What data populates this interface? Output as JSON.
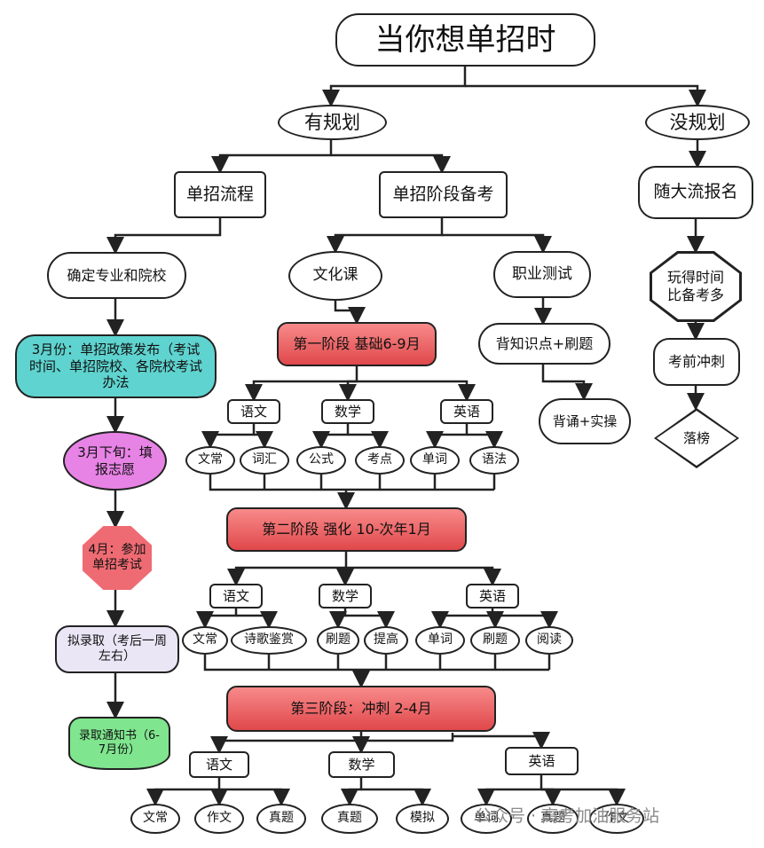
{
  "title": "当你想单招时",
  "planned": "有规划",
  "unplanned": "没规划",
  "process": {
    "head": "单招流程",
    "steps": [
      "确定专业和院校",
      "3月份：单招政策发布（考试时间、单招院校、各院校考试办法",
      "3月下旬：填报志愿",
      "4月：参加单招考试",
      "拟录取（考后一周左右）",
      "录取通知书（6-7月份）"
    ]
  },
  "prep": {
    "head": "单招阶段备考",
    "culture": "文化课",
    "vocational": "职业测试",
    "voc_steps": [
      "背知识点+刷题",
      "背诵+实操"
    ],
    "stage1": {
      "label": "第一阶段 基础6-9月",
      "subjects": [
        {
          "name": "语文",
          "items": [
            "文常",
            "词汇"
          ]
        },
        {
          "name": "数学",
          "items": [
            "公式",
            "考点"
          ]
        },
        {
          "name": "英语",
          "items": [
            "单词",
            "语法"
          ]
        }
      ]
    },
    "stage2": {
      "label": "第二阶段 强化 10-次年1月",
      "subjects": [
        {
          "name": "语文",
          "items": [
            "文常",
            "诗歌鉴赏"
          ]
        },
        {
          "name": "数学",
          "items": [
            "刷题",
            "提高"
          ]
        },
        {
          "name": "英语",
          "items": [
            "单词",
            "刷题",
            "阅读"
          ]
        }
      ]
    },
    "stage3": {
      "label": "第三阶段：冲刺 2-4月",
      "subjects": [
        {
          "name": "语文",
          "items": [
            "文常",
            "作文",
            "真题"
          ]
        },
        {
          "name": "数学",
          "items": [
            "真题",
            "模拟"
          ]
        },
        {
          "name": "英语",
          "items": [
            "单词",
            "真题",
            "作文"
          ]
        }
      ]
    }
  },
  "unplanned_path": [
    "随大流报名",
    "玩得时间比备考多",
    "考前冲刺",
    "落榜"
  ],
  "watermark": "公众号 · 高考加油服务站"
}
